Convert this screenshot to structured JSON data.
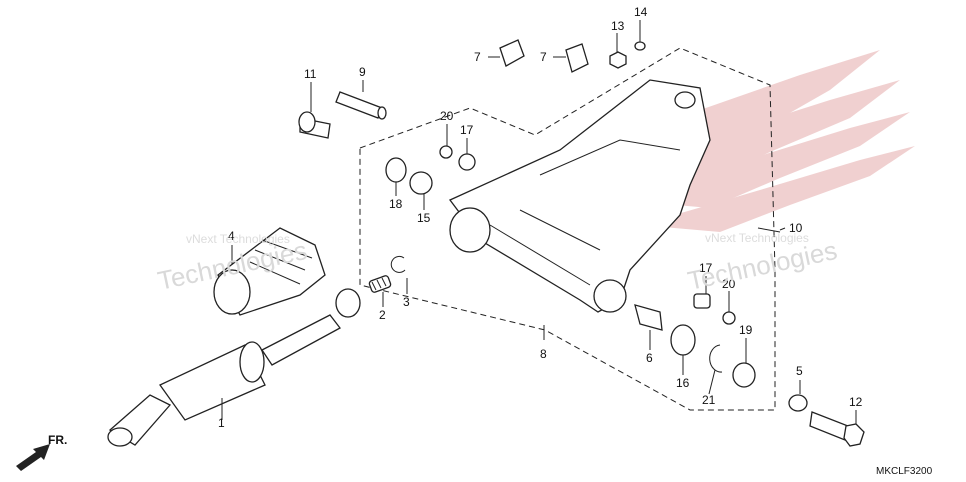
{
  "diagram": {
    "code": "MKCLF3200",
    "direction_label": "FR.",
    "watermark_lines": [
      "vNext Technologies",
      "Technologies"
    ],
    "labels": [
      "1",
      "2",
      "3",
      "4",
      "5",
      "6",
      "7",
      "7",
      "8",
      "9",
      "10",
      "11",
      "12",
      "13",
      "14",
      "15",
      "16",
      "17",
      "17",
      "18",
      "19",
      "20",
      "20",
      "21"
    ]
  }
}
